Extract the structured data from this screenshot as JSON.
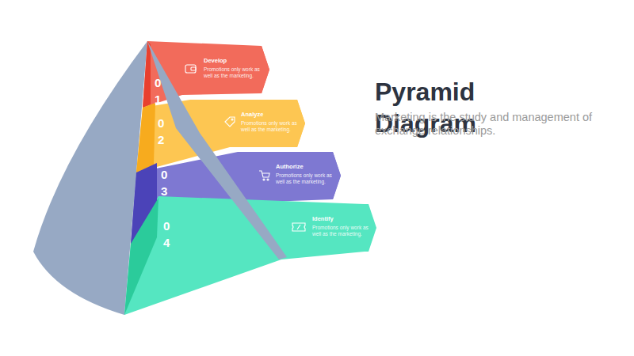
{
  "diagram": {
    "title": "Pyramid Diagram",
    "caption": "Marketing is the study and management of exchange relationships.",
    "nodes": [
      {
        "text": [
          "Develop",
          "Promotions only work as well as the marketing."
        ]
      },
      {
        "text": [
          "Analyze",
          "Promotions only work as well as the marketing."
        ]
      },
      {
        "text": [
          "Authorize",
          "Promotions only work as well as the marketing."
        ]
      },
      {
        "text": [
          "Identify",
          "Promotions only work as well as the marketing."
        ]
      }
    ],
    "labels": [
      "01",
      "02",
      "03",
      "04"
    ]
  }
}
